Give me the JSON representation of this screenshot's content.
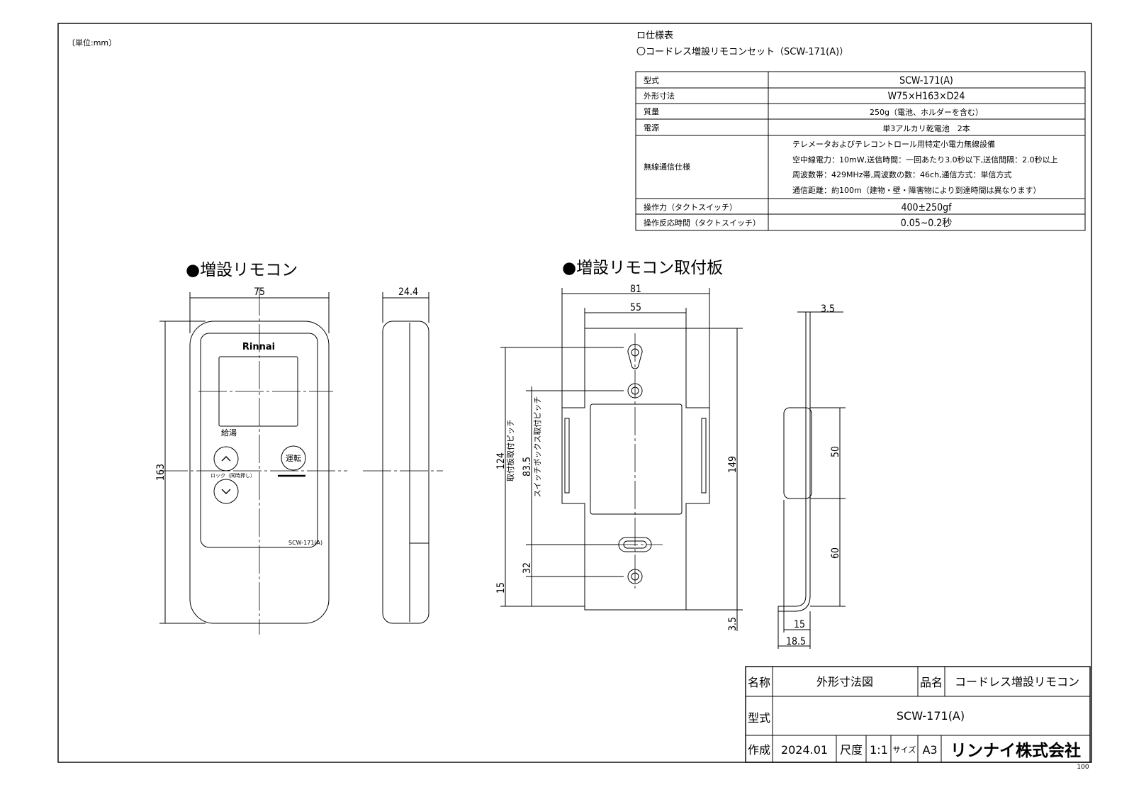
{
  "unit_note": "〔単位:mm〕",
  "spec": {
    "heading": "ロ仕様表",
    "subheading": "〇コードレス増設リモコンセット（SCW-171(A)）",
    "rows": [
      {
        "label": "型式",
        "value": "SCW-171(A)"
      },
      {
        "label": "外形寸法",
        "value": "W75×H163×D24"
      },
      {
        "label": "質量",
        "value": "250g（電池、ホルダーを含む）"
      },
      {
        "label": "電源",
        "value": "単3アルカリ乾電池　2本"
      },
      {
        "label": "無線通信仕様",
        "lines": [
          "テレメータおよびテレコントロール用特定小電力無線設備",
          "空中線電力：10mW,送信時間：一回あたり3.0秒以下,送信間隔：2.0秒以上",
          "周波数帯：429MHz帯,周波数の数：46ch,通信方式：単信方式",
          "通信距離：約100m（建物・壁・障害物により到達時間は異なります）"
        ]
      },
      {
        "label": "操作力（タクトスイッチ）",
        "value": "400±250gf"
      },
      {
        "label": "操作反応時間（タクトスイッチ）",
        "value": "0.05~0.2秒"
      }
    ]
  },
  "remote": {
    "heading": "●増設リモコン",
    "brand": "Rinnai",
    "hot_water_label": "給湯",
    "lock_label": "ロック（同時押し）",
    "run_label": "運転",
    "model_label": "SCW-171(A)",
    "dim_width": "75",
    "dim_height": "163",
    "dim_depth": "24.4"
  },
  "plate": {
    "heading": "●増設リモコン取付板",
    "dim_width": "81",
    "dim_inner_width": "55",
    "dim_height": "149",
    "dim_pitch": "124",
    "dim_pitch_label": "取付板取付ピッチ",
    "dim_box_pitch": "83.5",
    "dim_box_pitch_label": "スイッチボックス取付ピッチ",
    "dim_32": "32",
    "dim_15": "15",
    "dim_bottom": "3.5",
    "side_thickness": "3.5",
    "side_50": "50",
    "side_60": "60",
    "side_15": "15",
    "side_18_5": "18.5"
  },
  "title_block": {
    "name_label": "名称",
    "name_value": "外形寸法図",
    "product_label": "品名",
    "product_value": "コードレス増設リモコン",
    "model_label": "型式",
    "model_value": "SCW-171(A)",
    "created_label": "作成",
    "created_value": "2024.01",
    "scale_label": "尺度",
    "scale_value": "1:1",
    "size_label": "サイズ",
    "size_value": "A3",
    "company": "リンナイ株式会社"
  },
  "sheet_number": "100"
}
